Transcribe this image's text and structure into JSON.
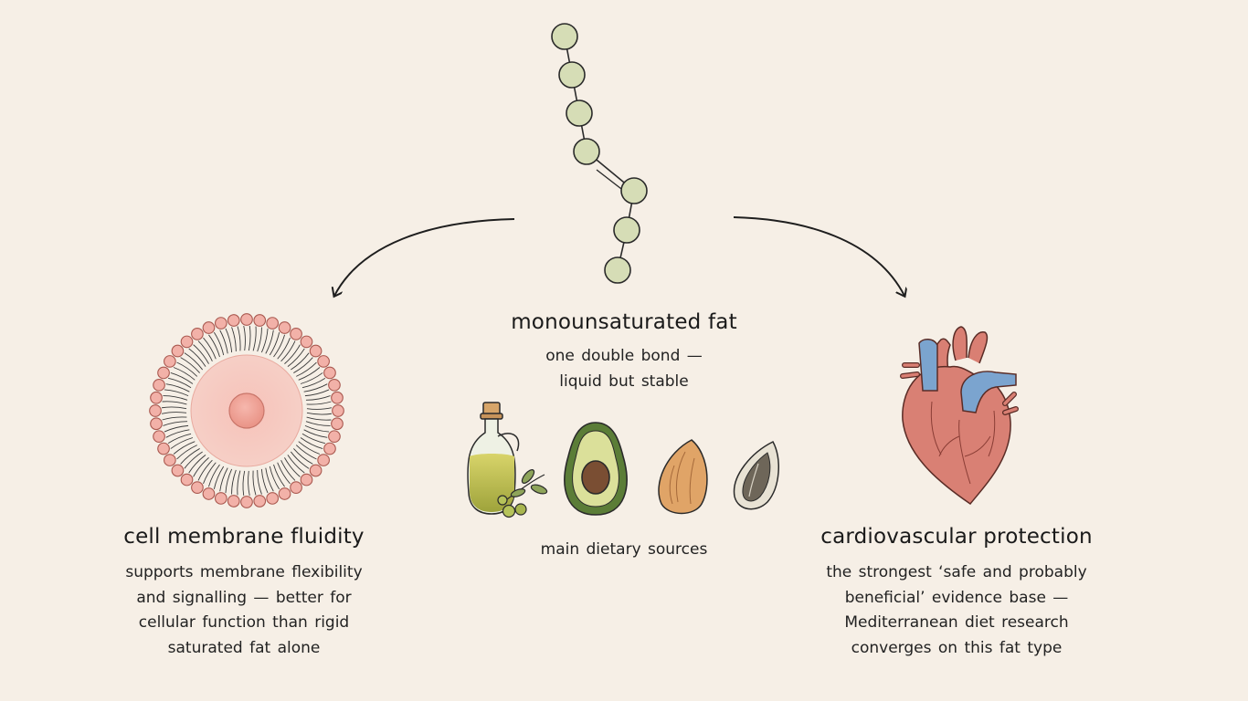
{
  "center": {
    "title": "monounsaturated fat",
    "subtitle_lines": [
      "one double bond —",
      "liquid but stable"
    ],
    "sources_label": "main dietary sources",
    "molecule_icon": "fatty-acid-chain-icon",
    "source_icons": [
      "olive-oil-bottle-icon",
      "avocado-icon",
      "almond-icon",
      "sunflower-seed-icon"
    ]
  },
  "left": {
    "title": "cell membrane fluidity",
    "lines": [
      "supports membrane flexibility",
      "and signalling — better for",
      "cellular function than rigid",
      "saturated fat alone"
    ],
    "icon": "cell-membrane-icon"
  },
  "right": {
    "title": "cardiovascular protection",
    "lines": [
      "the strongest ‘safe and probably",
      "beneficial’ evidence base —",
      "Mediterranean diet research",
      "converges on this fat type"
    ],
    "icon": "heart-icon"
  },
  "colors": {
    "background": "#f6efe6",
    "bead": "#d6ddb6",
    "cell": "#f0a79e",
    "heart": "#d98074",
    "vessel": "#7ba4cf"
  }
}
